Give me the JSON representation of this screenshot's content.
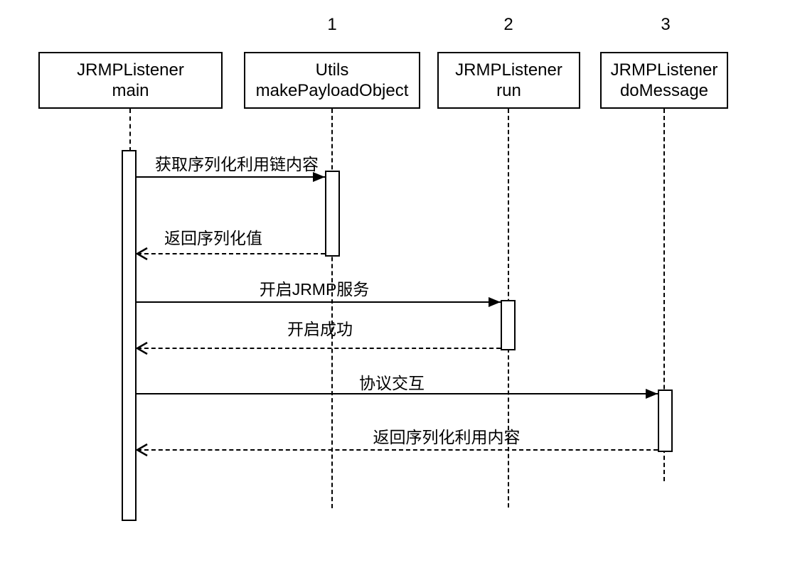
{
  "diagram": {
    "type": "uml-sequence",
    "colors": {
      "foreground": "#000000",
      "background": "#ffffff"
    },
    "steps": [
      "1",
      "2",
      "3"
    ],
    "actors": [
      {
        "line1": "JRMPListener",
        "line2": "main"
      },
      {
        "line1": "Utils",
        "line2": "makePayloadObject"
      },
      {
        "line1": "JRMPListener",
        "line2": "run"
      },
      {
        "line1": "JRMPListener",
        "line2": "doMessage"
      }
    ],
    "messages": [
      {
        "label": "获取序列化利用链内容",
        "kind": "sync",
        "line_style": "solid",
        "from": "JRMPListener main",
        "to": "Utils makePayloadObject"
      },
      {
        "label": "返回序列化值",
        "kind": "return",
        "line_style": "dashed",
        "from": "Utils makePayloadObject",
        "to": "JRMPListener main"
      },
      {
        "label": "开启JRMP服务",
        "kind": "sync",
        "line_style": "solid",
        "from": "JRMPListener main",
        "to": "JRMPListener run"
      },
      {
        "label": "开启成功",
        "kind": "return",
        "line_style": "dashed",
        "from": "JRMPListener run",
        "to": "JRMPListener main"
      },
      {
        "label": "协议交互",
        "kind": "sync",
        "line_style": "solid",
        "from": "JRMPListener main",
        "to": "JRMPListener doMessage"
      },
      {
        "label": "返回序列化利用内容",
        "kind": "return",
        "line_style": "dashed",
        "from": "JRMPListener doMessage",
        "to": "JRMPListener main"
      }
    ]
  }
}
